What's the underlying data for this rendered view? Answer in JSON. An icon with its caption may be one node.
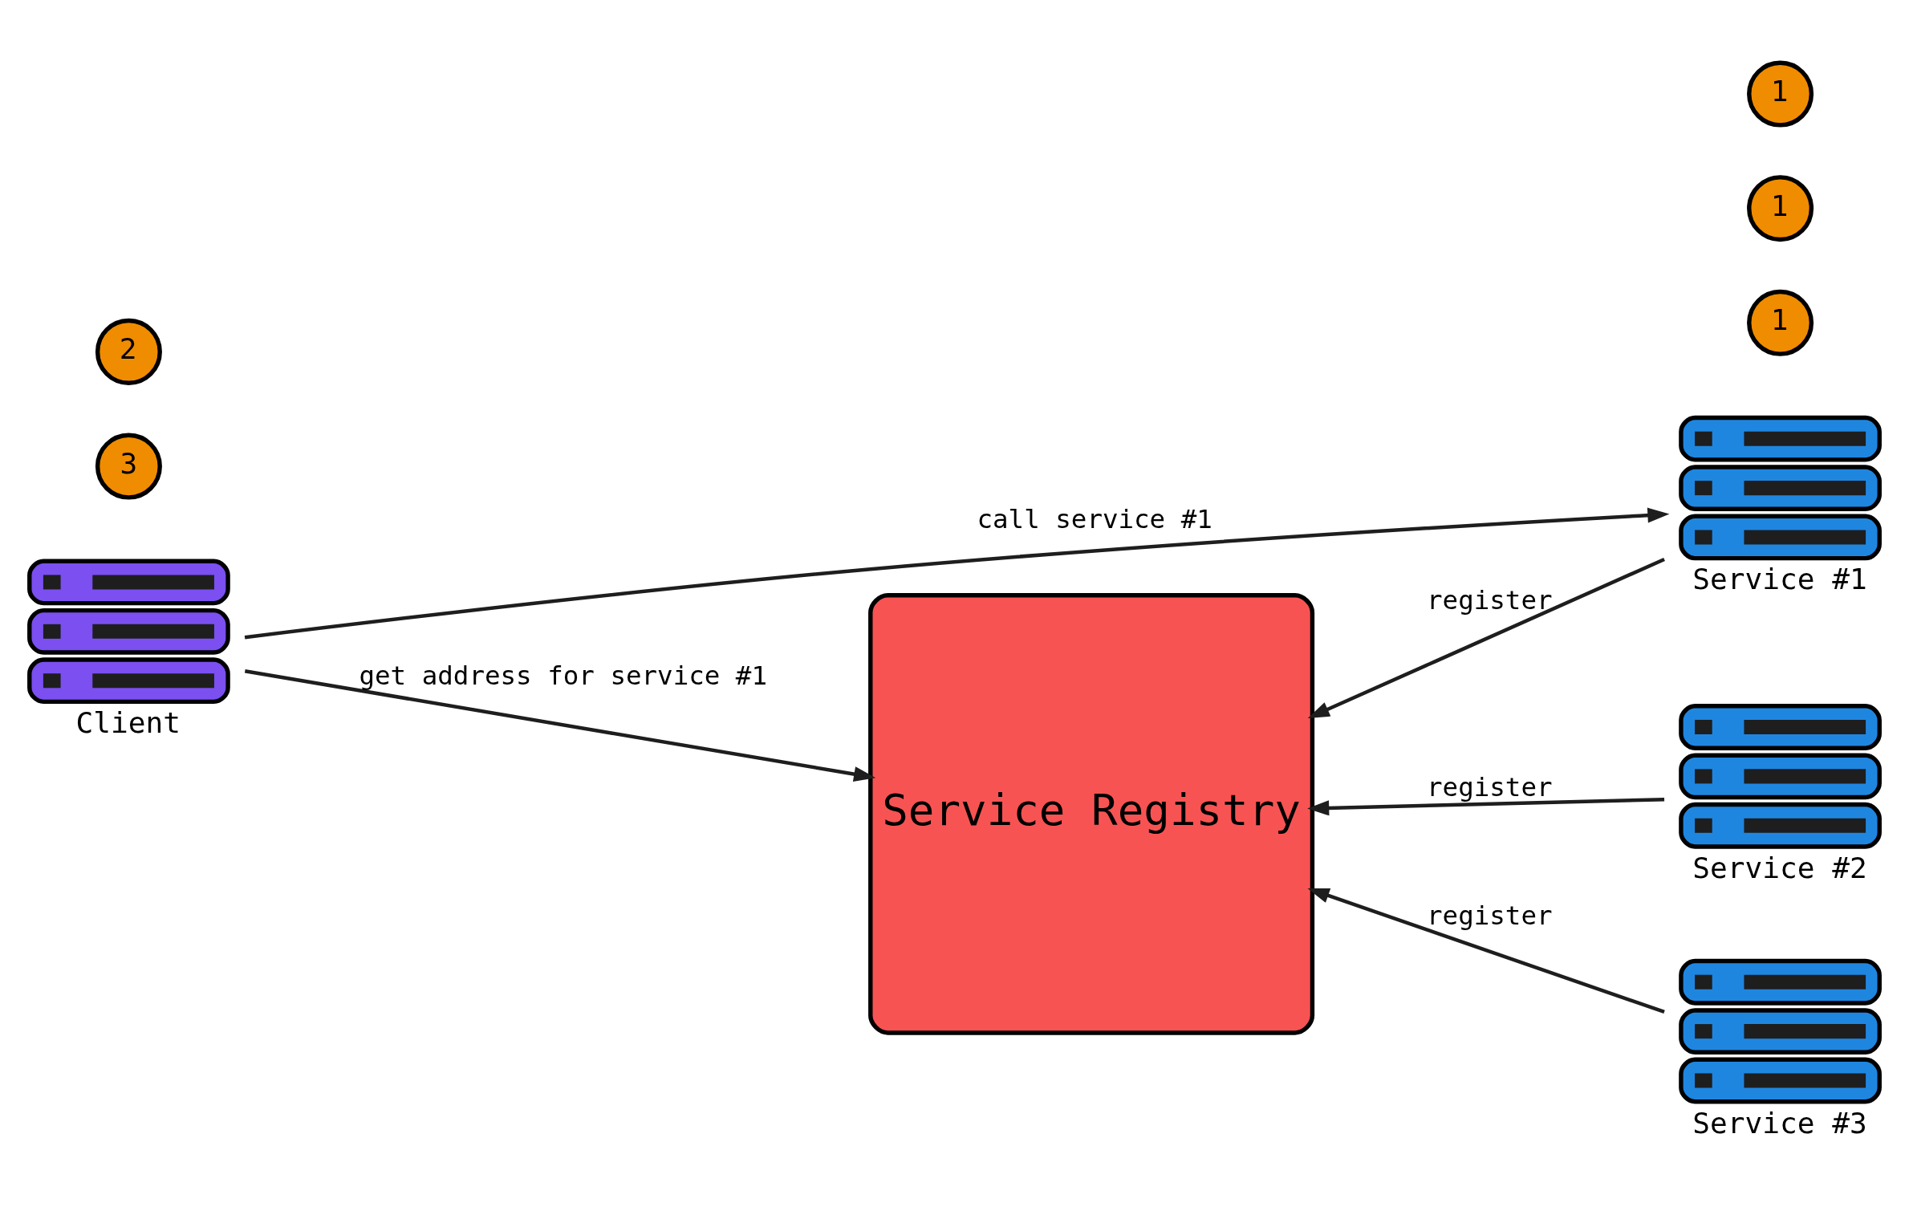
{
  "diagram": {
    "nodes": [
      {
        "text": [
          "Client"
        ]
      },
      {
        "text": [
          "Service Registry"
        ]
      },
      {
        "text": [
          "Service #1"
        ]
      },
      {
        "text": [
          "Service #2"
        ]
      },
      {
        "text": [
          "Service #3"
        ]
      },
      {
        "text": [
          "3"
        ]
      },
      {
        "text": [
          "2"
        ]
      },
      {
        "text": [
          "1"
        ]
      },
      {
        "text": [
          "1"
        ]
      },
      {
        "text": [
          "1"
        ]
      }
    ],
    "edges": [
      {
        "from": 0,
        "to": 2,
        "arrow": "to",
        "label": "call service #1"
      },
      {
        "from": 2,
        "to": 1,
        "arrow": "to",
        "label": "register"
      },
      {
        "from": 0,
        "to": 1,
        "arrow": "to",
        "label": "get address for service #1"
      },
      {
        "from": 3,
        "to": 1,
        "arrow": "to",
        "label": "register"
      },
      {
        "from": 4,
        "to": 1,
        "arrow": "to",
        "label": "register"
      }
    ]
  }
}
